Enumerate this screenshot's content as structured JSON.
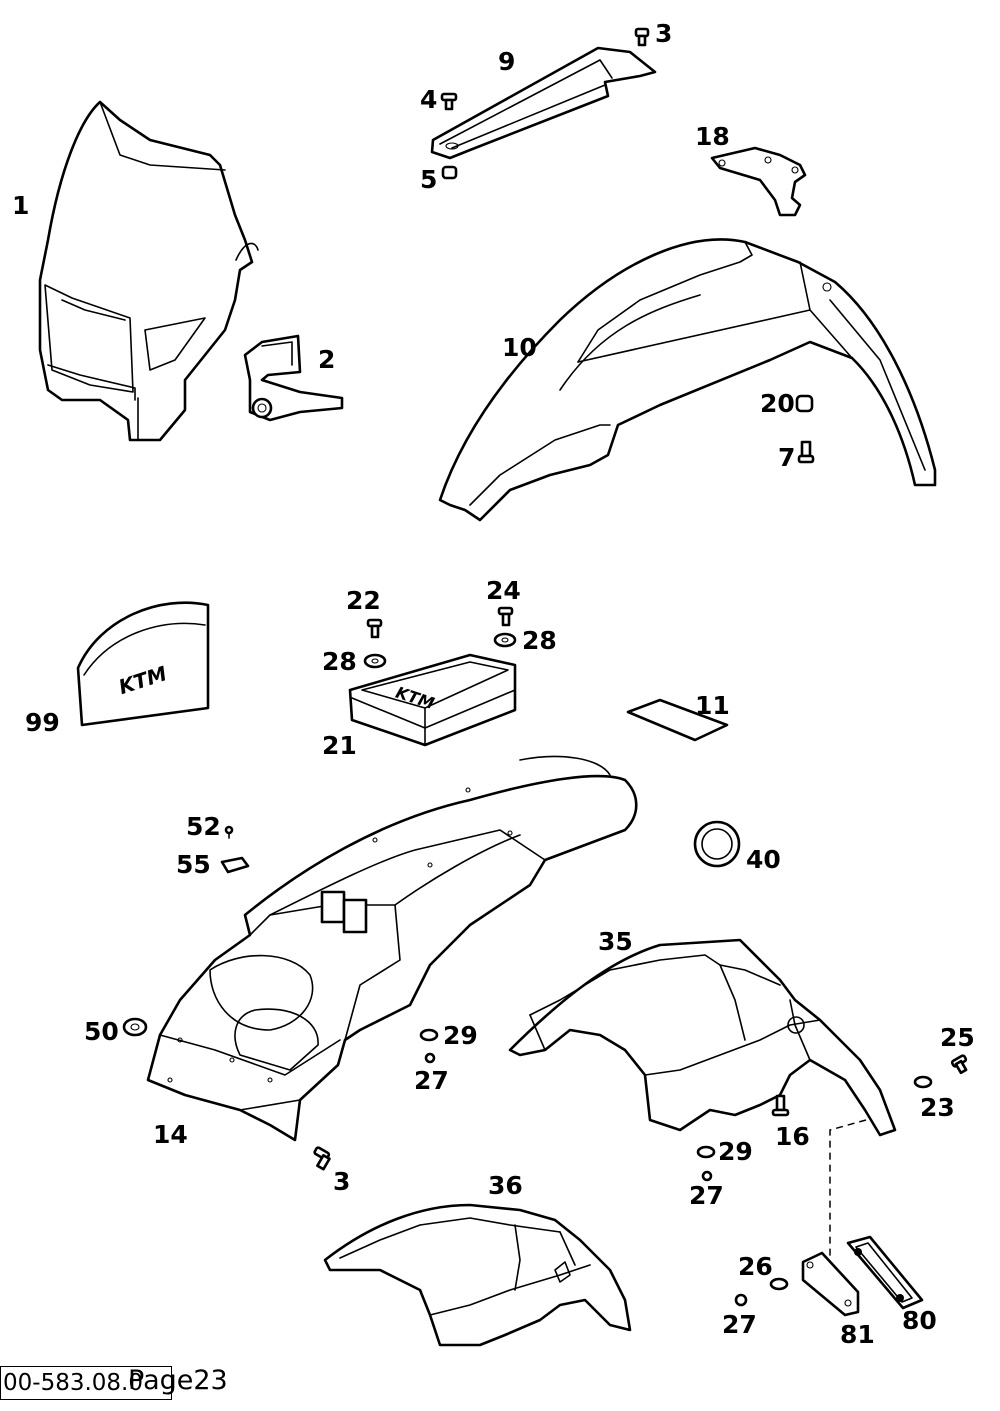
{
  "callouts": {
    "c1": "1",
    "c2": "2",
    "c3a": "3",
    "c3b": "3",
    "c4": "4",
    "c5": "5",
    "c7": "7",
    "c9": "9",
    "c10": "10",
    "c11": "11",
    "c14": "14",
    "c16": "16",
    "c18": "18",
    "c20": "20",
    "c21": "21",
    "c22": "22",
    "c23": "23",
    "c24": "24",
    "c25": "25",
    "c26": "26",
    "c27a": "27",
    "c27b": "27",
    "c27c": "27",
    "c28a": "28",
    "c28b": "28",
    "c29a": "29",
    "c29b": "29",
    "c35": "35",
    "c36": "36",
    "c40": "40",
    "c50": "50",
    "c52": "52",
    "c55": "55",
    "c80": "80",
    "c81": "81",
    "c99": "99"
  },
  "footer": {
    "code": "00-583.08.0",
    "page": "Page23"
  }
}
